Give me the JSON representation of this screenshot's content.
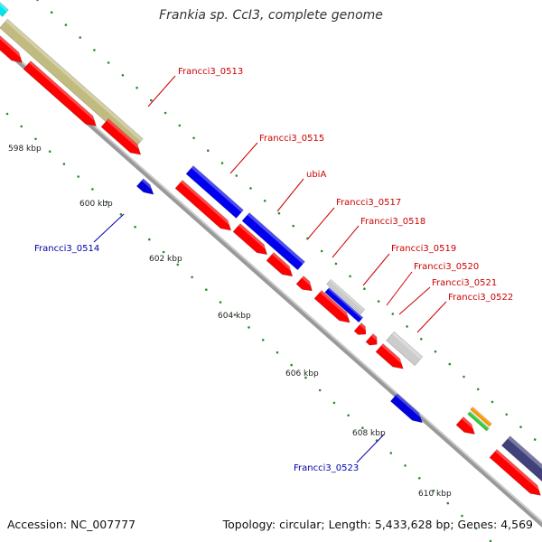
{
  "title": "Frankia sp. CcI3, complete genome",
  "footer": {
    "accession": "Accession: NC_007777",
    "summary": "Topology: circular; Length: 5,433,628 bp; Genes: 4,569"
  },
  "axis": {
    "tick_labels": [
      "598 kbp",
      "600 kbp",
      "602 kbp",
      "604 kbp",
      "606 kbp",
      "608 kbp",
      "610 kbp"
    ]
  },
  "colors": {
    "backbone": "#888888",
    "forward_cds": "#ff0000",
    "reverse_cds": "#0000ee",
    "forward_gene": "#0000dd",
    "olive_feature": "#c2bb80",
    "grey_feature": "#cccccc",
    "navy_feature": "#40407a",
    "cyan_feature": "#00e5ee",
    "orange_feature": "#ff9900",
    "green_feature": "#33cc33",
    "tick_green": "#2e8b2e",
    "label_red": "#cc0000",
    "label_blue": "#0000aa"
  },
  "labels": [
    {
      "text": "Francci3_0513",
      "strand": "reverse"
    },
    {
      "text": "Francci3_0515",
      "strand": "reverse"
    },
    {
      "text": "ubiA",
      "strand": "reverse"
    },
    {
      "text": "Francci3_0517",
      "strand": "reverse"
    },
    {
      "text": "Francci3_0518",
      "strand": "reverse"
    },
    {
      "text": "Francci3_0519",
      "strand": "reverse"
    },
    {
      "text": "Francci3_0520",
      "strand": "reverse"
    },
    {
      "text": "Francci3_0521",
      "strand": "reverse"
    },
    {
      "text": "Francci3_0522",
      "strand": "reverse"
    },
    {
      "text": "Francci3_0514",
      "strand": "forward"
    },
    {
      "text": "Francci3_0523",
      "strand": "forward"
    }
  ]
}
